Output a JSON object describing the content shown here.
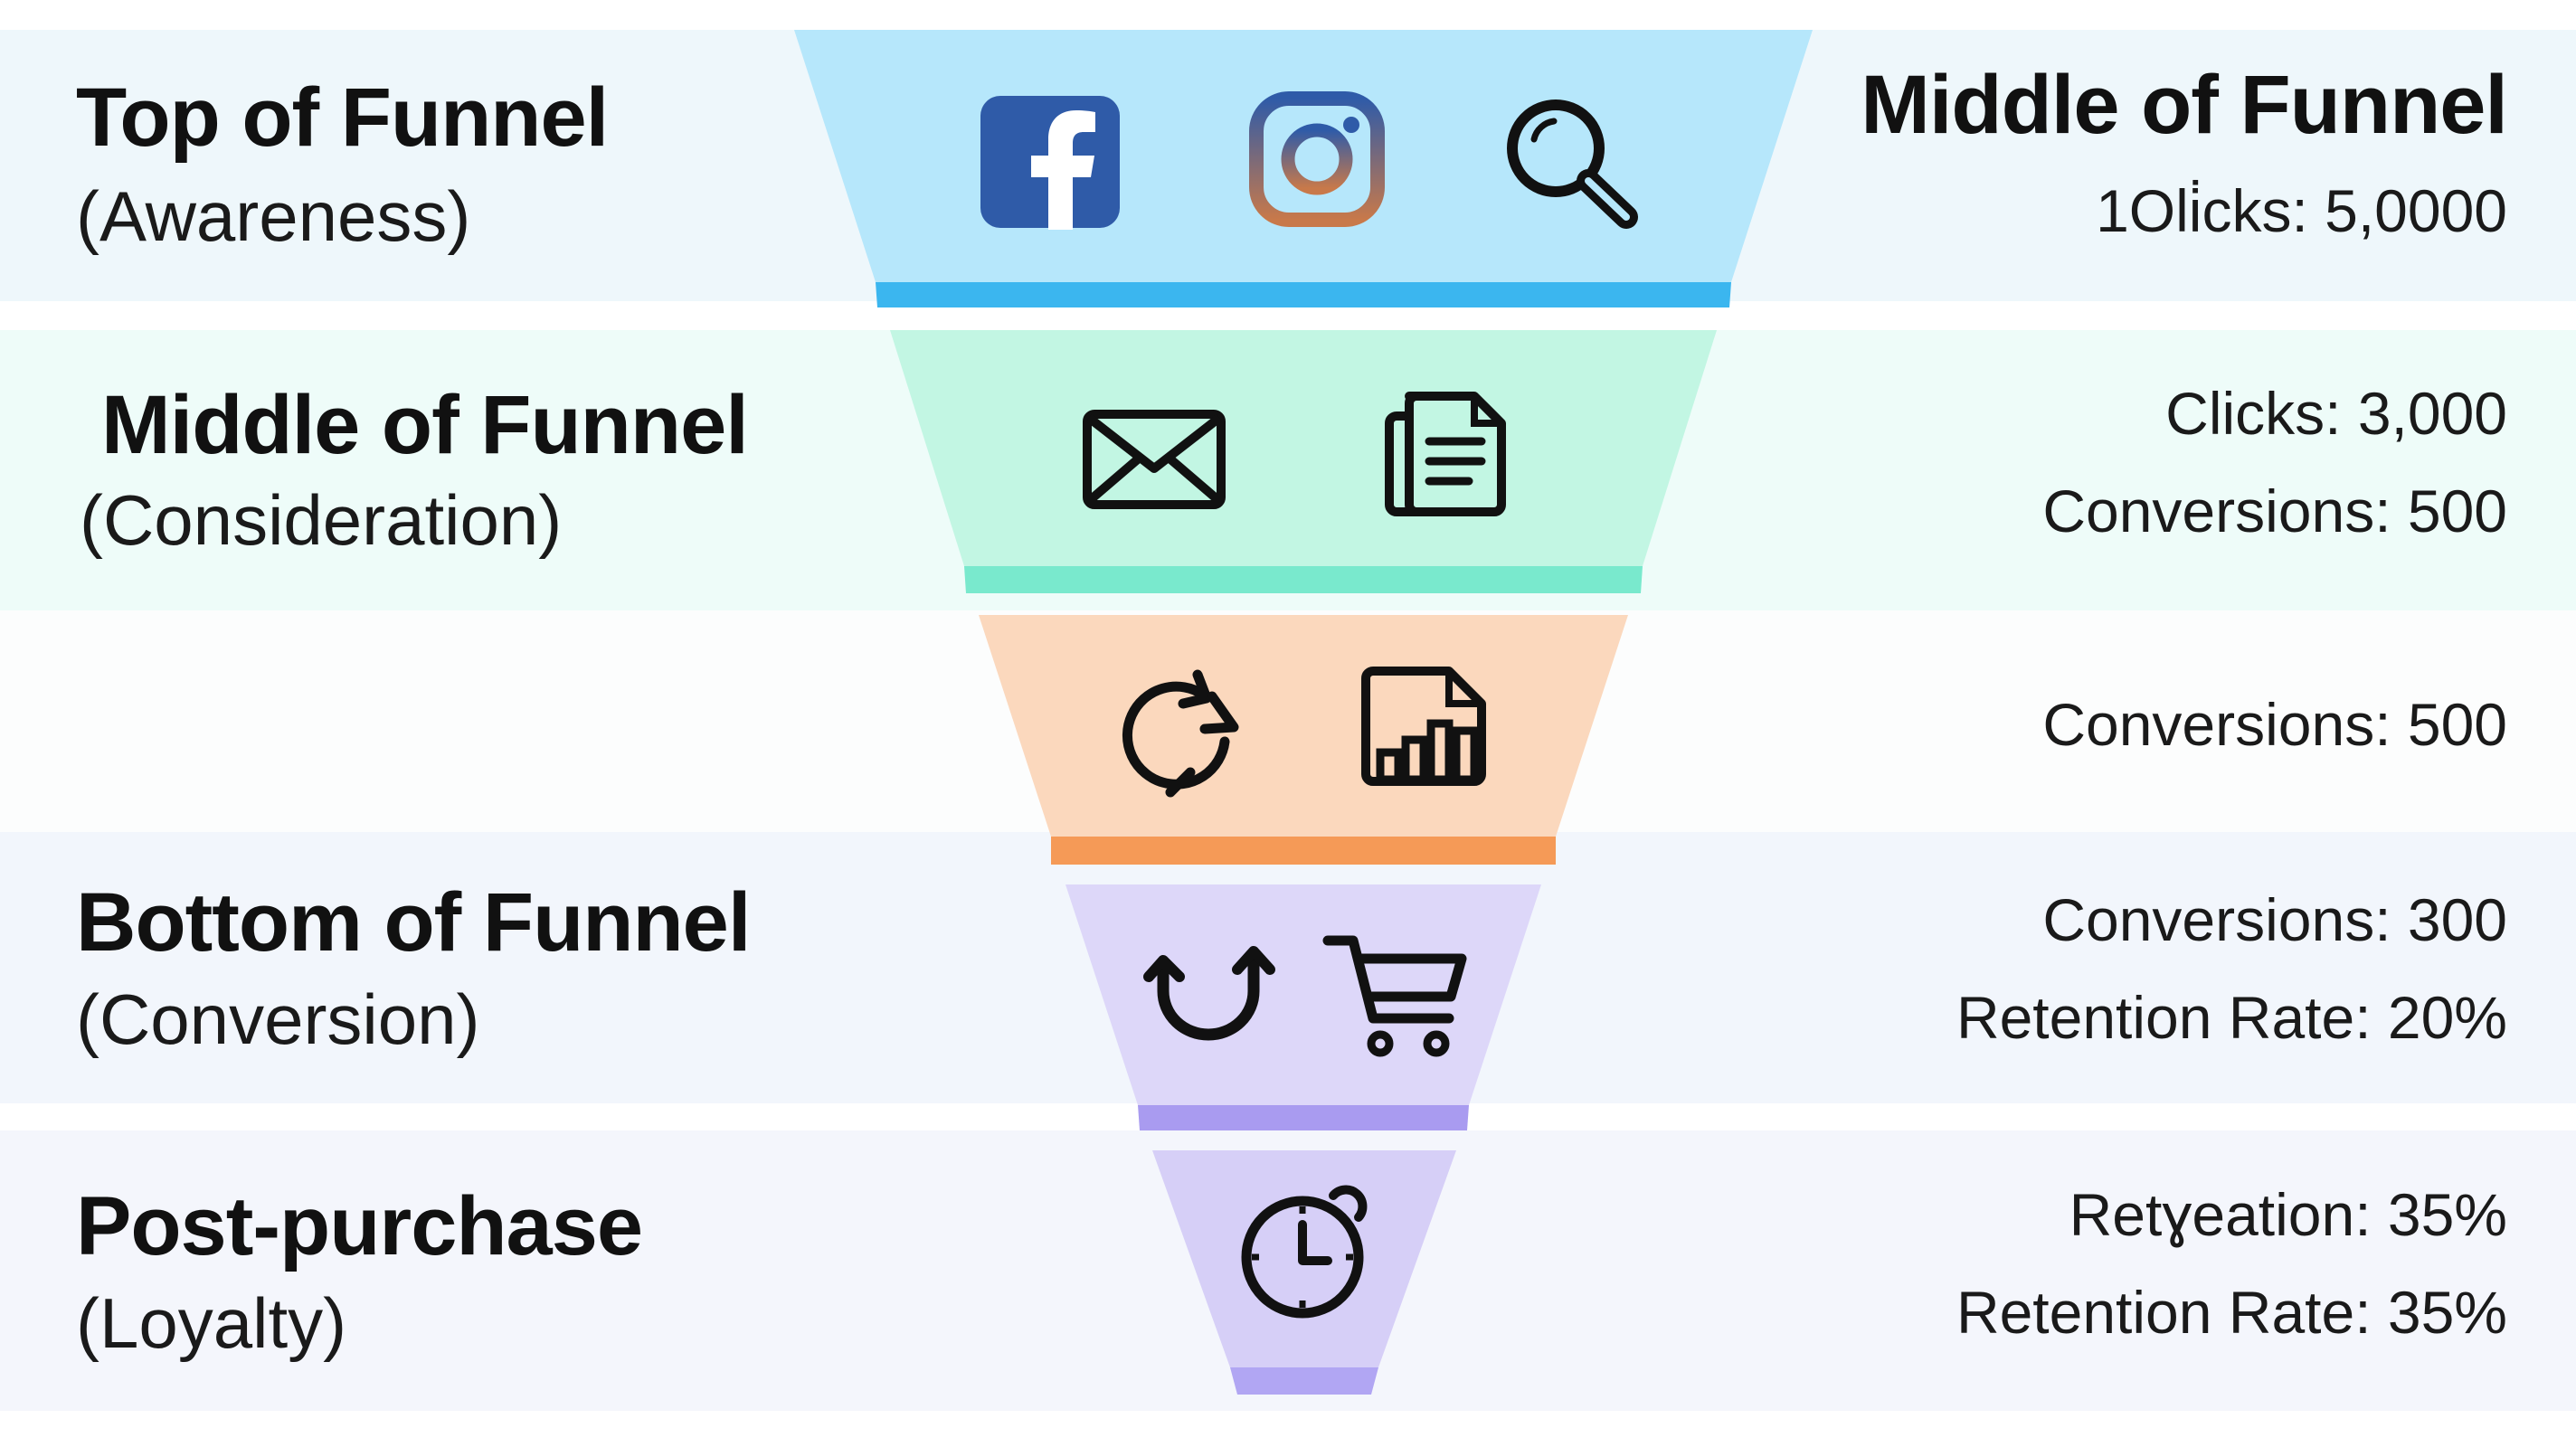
{
  "colors": {
    "band1": "#eef7fb",
    "band2": "#eefcf9",
    "band3": "#fcfdfd",
    "band4": "#f2f6fc",
    "band5": "#f4f6fc",
    "tier1": "#b6e7fb",
    "tier1_edge": "#3bb6ef",
    "tier2": "#c2f6e3",
    "tier2_edge": "#79e9cd",
    "tier3": "#fbd8bd",
    "tier3_edge": "#f59a57",
    "tier4": "#ddd7f9",
    "tier4_edge": "#a99bf0",
    "tier5": "#d6cff7",
    "tier5_edge": "#b1a6f3",
    "facebook": "#2f5ba8"
  },
  "stages": [
    {
      "title": "Top of Funnel",
      "subtitle": "(Awareness)",
      "icons": [
        "facebook-icon",
        "instagram-icon",
        "search-icon"
      ],
      "metric_head": "Middle of Funnel",
      "metrics": [
        "1Oli̇cks: 5,0000"
      ]
    },
    {
      "title": "Middle of Funnel",
      "subtitle": "(Consideration)",
      "icons": [
        "email-icon",
        "documents-icon"
      ],
      "metrics": [
        "Clicks: 3,000",
        "Conversions: 500"
      ]
    },
    {
      "title": "",
      "subtitle": "",
      "icons": [
        "refresh-icon",
        "report-chart-icon"
      ],
      "metrics": [
        "Conversions: 500"
      ]
    },
    {
      "title": "Bottom of Funnel",
      "subtitle": "(Conversion)",
      "icons": [
        "repeat-icon",
        "shopping-cart-icon"
      ],
      "metrics": [
        "Conversions: 300",
        "Retention Rate: 20%"
      ]
    },
    {
      "title": "Post-purchase",
      "subtitle": "(Loyalty)",
      "icons": [
        "clock-icon"
      ],
      "metrics": [
        "Retɣeation: 35%",
        "Retention Rate: 35%"
      ]
    }
  ]
}
